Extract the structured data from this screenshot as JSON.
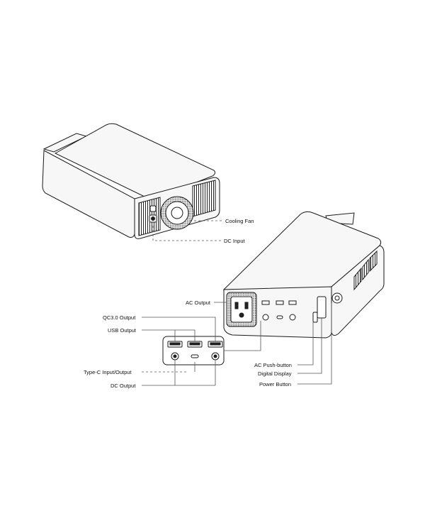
{
  "callouts": {
    "cooling_fan": "Cooling Fan",
    "dc_input": "DC Input",
    "ac_output": "AC Output",
    "qc30_output": "QC3.0 Output",
    "usb_output": "USB Output",
    "typec_io": "Type-C Input/Output",
    "dc_output": "DC Output",
    "ac_push_button": "AC Push-button",
    "digital_display": "Digital Display",
    "power_button": "Power Button"
  },
  "colors": {
    "stroke": "#1a1a1a",
    "body_fill": "#f7f7f7",
    "leader": "#555555"
  }
}
